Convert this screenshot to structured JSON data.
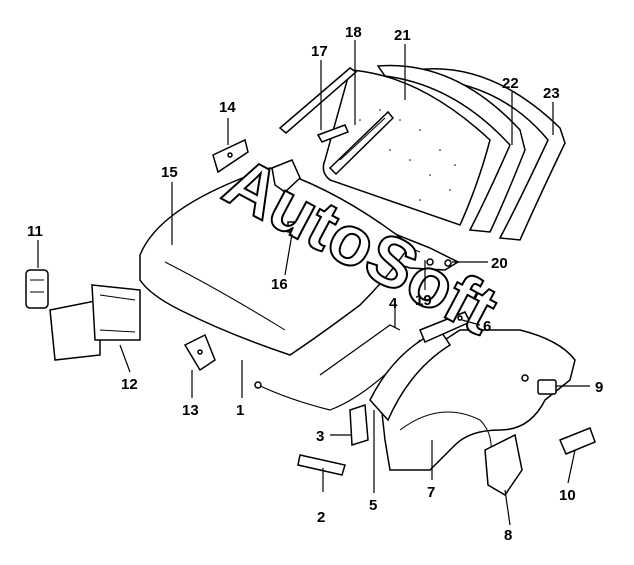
{
  "watermark": "AutoSoft",
  "part_numbers": [
    "1",
    "2",
    "3",
    "4",
    "5",
    "6",
    "7",
    "8",
    "9",
    "10",
    "11",
    "12",
    "13",
    "14",
    "15",
    "16",
    "17",
    "18",
    "19",
    "20",
    "21",
    "22",
    "23"
  ],
  "colors": {
    "ink": "#000000",
    "paper": "#ffffff"
  }
}
